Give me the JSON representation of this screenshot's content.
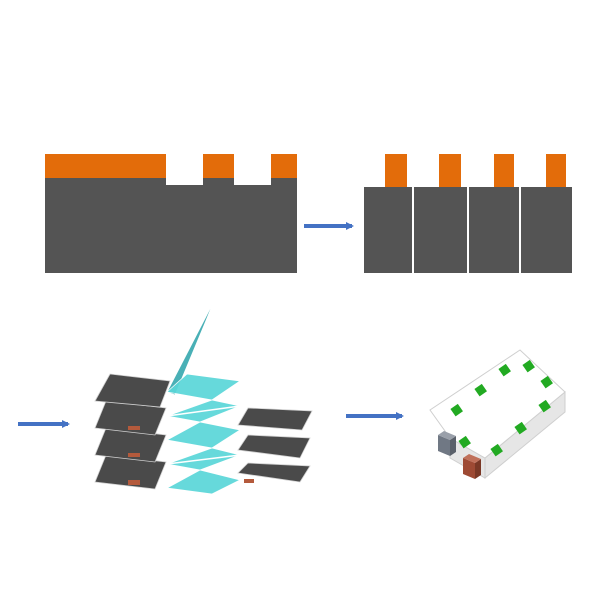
{
  "colors": {
    "substrate": "#545454",
    "electrode": "#e36c0a",
    "arrow": "#4472c4",
    "sheet_dark": "#4a4a4a",
    "separator": "#5ad6d8",
    "separator_dark": "#3aaab0",
    "tab_copper": "#b45a3c",
    "cell_top": "#ffffff",
    "cell_side": "#e6e6e6",
    "cell_edge": "#cfcfcf",
    "seal_green": "#22aa22",
    "terminal_gray": "#707884",
    "terminal_red": "#9e4a34"
  },
  "steps": [
    "coated-substrate",
    "diced-electrodes",
    "z-fold-stack",
    "packaged-cell"
  ],
  "arrows": [
    "arrow-coated-to-diced",
    "arrow-into-stacking",
    "arrow-stack-to-cell"
  ]
}
